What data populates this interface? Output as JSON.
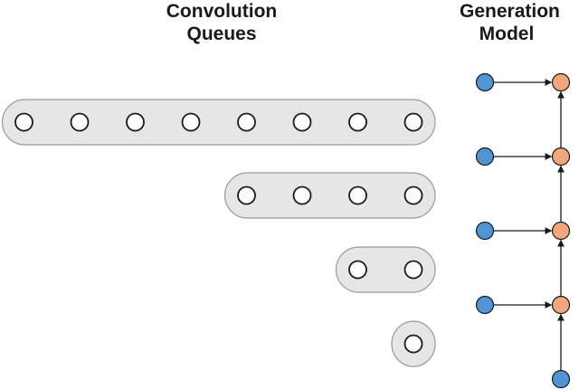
{
  "titles": {
    "convolution_queues_line1": "Convolution",
    "convolution_queues_line2": "Queues",
    "generation_model_line1": "Generation",
    "generation_model_line2": "Model"
  },
  "convolution_queues": [
    {
      "slots": 8
    },
    {
      "slots": 4
    },
    {
      "slots": 2
    },
    {
      "slots": 1
    }
  ],
  "generation_model": {
    "timesteps": 4,
    "input_node_color": "#4f95d6",
    "hidden_node_color": "#f2a77a"
  },
  "colors": {
    "queue_fill": "#e6e6e6",
    "queue_border": "#9a9a9a",
    "node_stroke": "#1a1a1a"
  }
}
